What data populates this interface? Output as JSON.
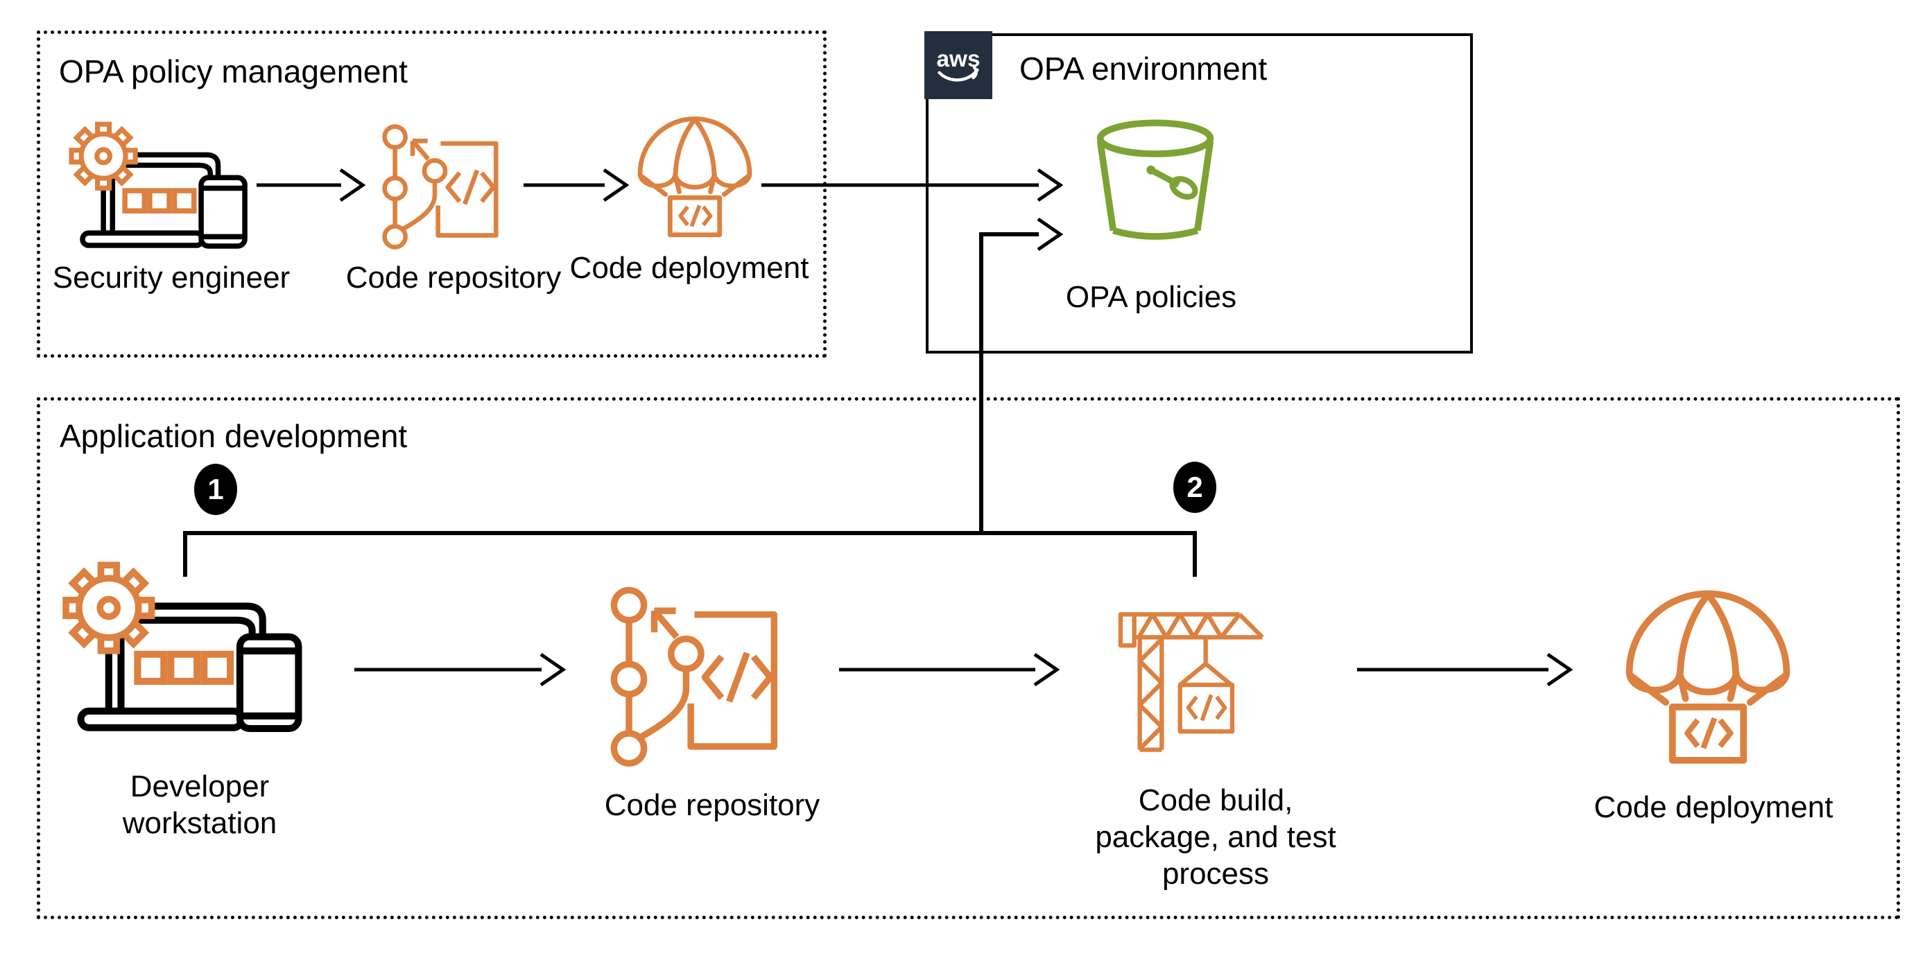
{
  "colors": {
    "accent_orange": "#DC8140",
    "accent_green": "#7CA334",
    "aws_navy": "#232F3E",
    "line_black": "#000000",
    "background": "#FFFFFF"
  },
  "regions": {
    "policy_management": {
      "title": "OPA policy management"
    },
    "opa_environment": {
      "title": "OPA environment",
      "logo_text": "aws"
    },
    "application_development": {
      "title": "Application development"
    }
  },
  "nodes": {
    "security_engineer": {
      "label": "Security engineer",
      "icon": "workstation-icon"
    },
    "code_repository_policy": {
      "label": "Code repository",
      "icon": "git-repository-icon"
    },
    "code_deployment_policy": {
      "label": "Code deployment",
      "icon": "parachute-icon"
    },
    "opa_policies": {
      "label": "OPA policies",
      "icon": "bucket-icon"
    },
    "developer_workstation": {
      "lines": [
        "Developer",
        "workstation"
      ],
      "icon": "workstation-icon"
    },
    "code_repository_app": {
      "label": "Code repository",
      "icon": "git-repository-icon"
    },
    "code_build": {
      "lines": [
        "Code build,",
        "package, and test",
        "process"
      ],
      "icon": "crane-icon"
    },
    "code_deployment_app": {
      "label": "Code deployment",
      "icon": "parachute-icon"
    }
  },
  "badges": {
    "step1": "1",
    "step2": "2"
  }
}
